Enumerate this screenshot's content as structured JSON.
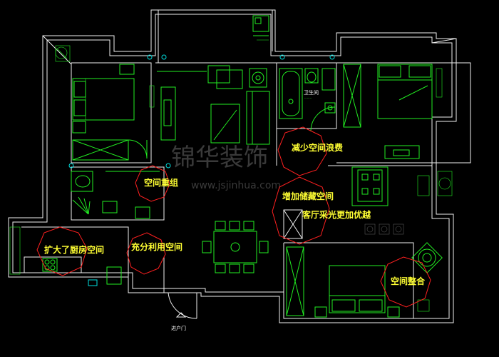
{
  "annotations": [
    {
      "text": "减少空间浪费"
    },
    {
      "text": "空间重组"
    },
    {
      "text": "增加储藏空间"
    },
    {
      "text": "客厅采光更加优越"
    },
    {
      "text": "扩大了厨房空间"
    },
    {
      "text": "充分利用空间"
    },
    {
      "text": "空间整合"
    }
  ],
  "entrance_label": "进户门",
  "bathroom_label": "卫生间",
  "bathroom_sublabel": "········",
  "watermark": {
    "brand": "锦华装饰",
    "url": "www.jsjinhua.com"
  },
  "colors": {
    "background": "#000000",
    "walls": "#f0f0f0",
    "furniture": "#22ee22",
    "annotation_circle": "#ff2020",
    "annotation_text": "#ffff33",
    "cabinet": "#00e0e0"
  }
}
